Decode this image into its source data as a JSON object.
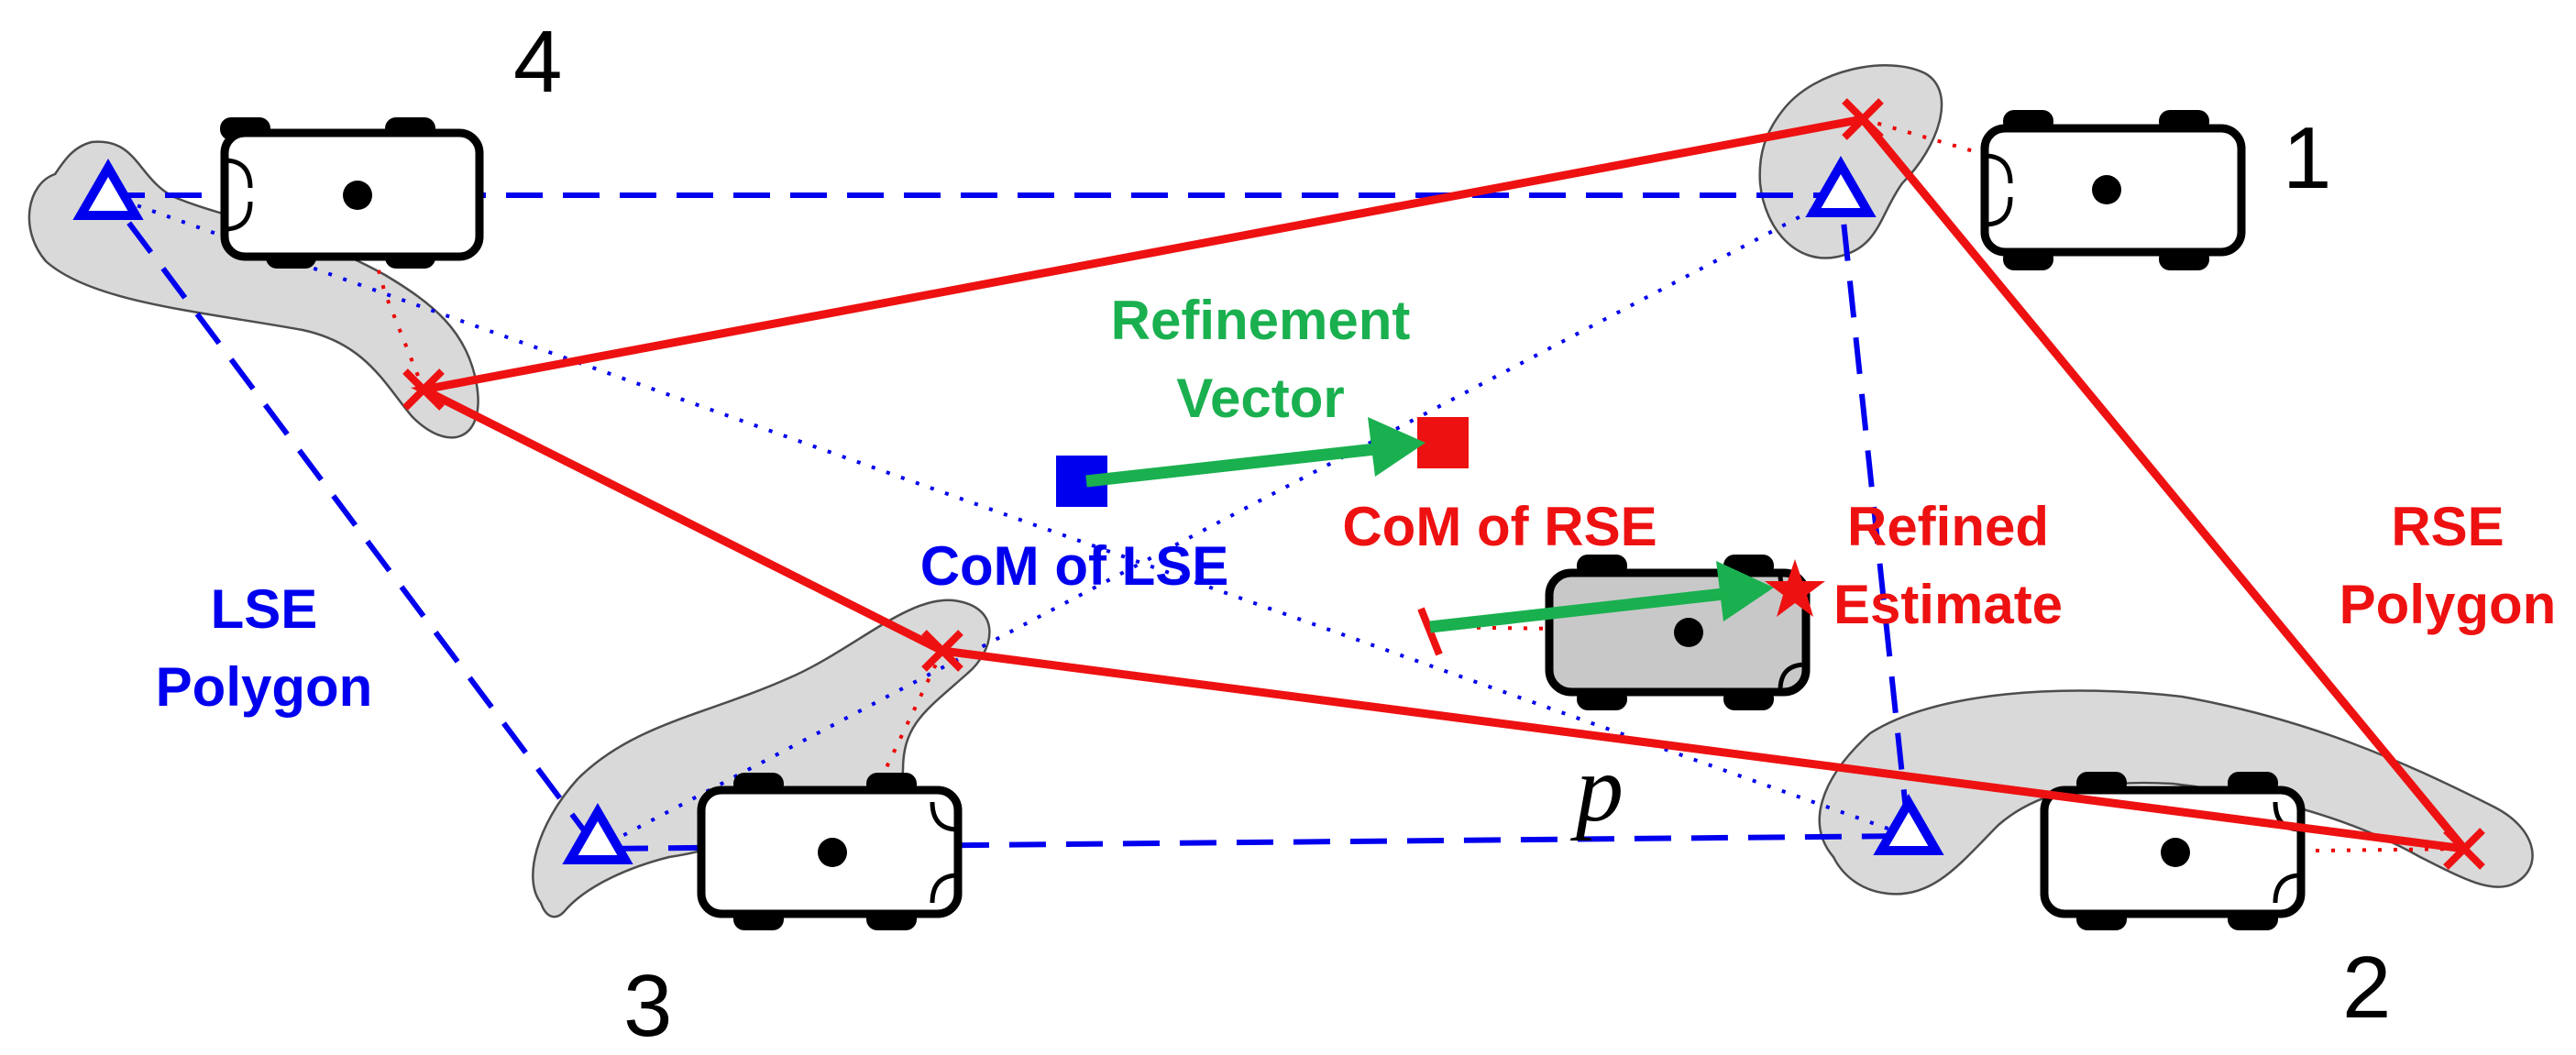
{
  "numbers": [
    "1",
    "2",
    "3",
    "4"
  ],
  "labels": {
    "refinement_line1": "Refinement",
    "refinement_line2": "Vector",
    "com_lse": "CoM of LSE",
    "com_rse": "CoM of RSE",
    "refined_line1": "Refined",
    "refined_line2": "Estimate",
    "rse_line1": "RSE",
    "rse_line2": "Polygon",
    "lse_line1": "LSE",
    "lse_line2": "Polygon",
    "p": "p"
  },
  "colors": {
    "lse": "#0000ee",
    "rse": "#ee1111",
    "refinement": "#1ab04f",
    "uncertainty_region": "#d9d9d9"
  }
}
